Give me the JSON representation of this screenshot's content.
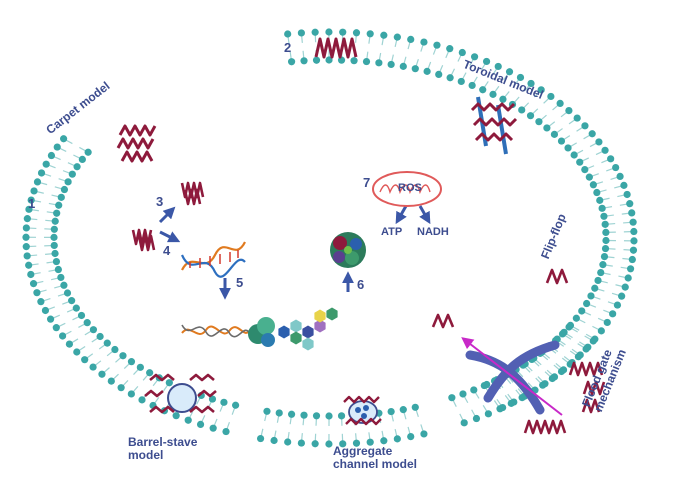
{
  "labels": {
    "num1": "1",
    "num2": "2",
    "num3": "3",
    "num4": "4",
    "num5": "5",
    "num6": "6",
    "num7": "7",
    "carpet": "Carpet model",
    "toroidal": "Toroidal model",
    "flipflop": "Flip-flop",
    "floodgate_l1": "Flood gate",
    "floodgate_l2": "mechanism",
    "barrel_l1": "Barrel-stave",
    "barrel_l2": "model",
    "aggregate_l1": "Aggregate",
    "aggregate_l2": "channel  model",
    "ros": "ROS",
    "atp": "ATP",
    "nadh": "NADH"
  },
  "colors": {
    "lipid_head": "#3aa6a6",
    "lipid_tail": "#9fd3d3",
    "peptide": "#8e1a3c",
    "label_blue": "#3d4d8f",
    "arrow_blue": "#3b57a7",
    "arrow_magenta": "#c829c8",
    "mito_red": "#e05a5a"
  }
}
